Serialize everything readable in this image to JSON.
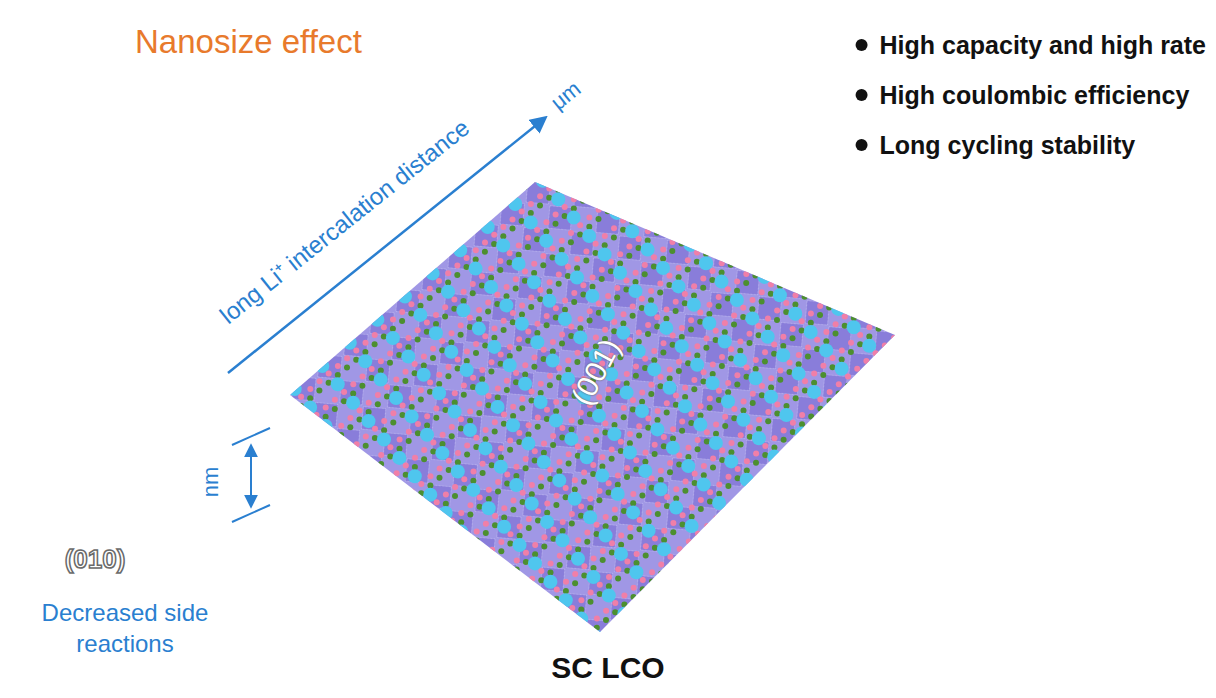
{
  "diagram": {
    "title": "Nanosize effect",
    "caption": "SC LCO",
    "labels": [
      "High capacity and high rate",
      "High coulombic efficiency",
      "Long cycling stability",
      "long Li⁺ intercalation distance",
      "μm",
      "(001)",
      "nm",
      "(010)",
      "Decreased side reactions"
    ]
  }
}
